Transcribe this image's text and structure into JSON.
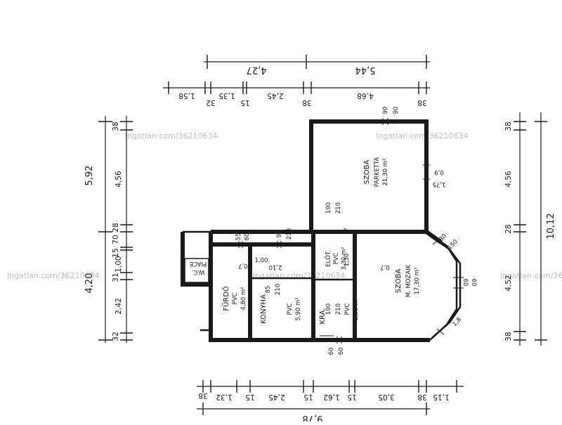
{
  "watermark": "ingatlan.com/36210634",
  "rooms": {
    "szoba1": {
      "name": "SZOBA",
      "floor": "PARKETTA",
      "area": "21,30 m²"
    },
    "szoba2": {
      "name": "SZOBA",
      "floor": "M. MOZAIK",
      "area": "17,30 m²"
    },
    "furdo": {
      "name": "FÜRDŐ",
      "floor": "PVC",
      "area": "4,80 m²"
    },
    "konyha": {
      "name": "KONYHA",
      "floor": "PVC",
      "area": "5,90 m²"
    },
    "eloter": {
      "name": "ELŐT.",
      "floor": "PVC",
      "area": "3,30 m²"
    },
    "kamra": {
      "name": "KRA.",
      "floor": "PVC",
      "area": "3,90 m²"
    },
    "wc": {
      "name": "W.C.",
      "floor": "PIACE"
    }
  },
  "openings": {
    "o1": "90",
    "o2": "90",
    "o3": "100",
    "o4": "210",
    "o5": "80",
    "o6": "150",
    "o7": "55",
    "o8": "60",
    "o9": "95",
    "o10": "210",
    "o11": "100",
    "o12": "210",
    "o13": "60",
    "o14": "60",
    "o15": "85",
    "o16": "210",
    "o17": "60",
    "o18": "60",
    "o19": "1,00",
    "o20": "2,10",
    "o21": "0,7",
    "o22": "1,30",
    "o23": "1,75",
    "o24": "0,9",
    "o25": "1,5",
    "o26": "0,7",
    "o27": "1,8"
  },
  "dims_top": {
    "total_a": "4,27",
    "total_b": "5,44",
    "s1": "1,58",
    "s2": "32",
    "s3": "1,35",
    "s4": "15",
    "s5": "2,45",
    "s6": "38",
    "s7": "4,68",
    "s8": "38"
  },
  "dims_left": {
    "total_a": "5,92",
    "total_b": "4,20",
    "s1": "38",
    "s2": "4,56",
    "s3": "28",
    "s4": "70",
    "s5": "15",
    "s6": "1,00",
    "s7": "31",
    "s8": "2,42",
    "s9": "32"
  },
  "dims_right": {
    "total": "10,12",
    "s1": "38",
    "s2": "4,56",
    "s3": "28",
    "s4": "4,52",
    "s5": "38"
  },
  "dims_bottom": {
    "total": "9,78",
    "s1": "38",
    "s2": "1,32",
    "s3": "15",
    "s4": "2,45",
    "s5": "15",
    "s6": "1,62",
    "s7": "15",
    "s8": "3,05",
    "s9": "38",
    "s10": "1,15"
  }
}
